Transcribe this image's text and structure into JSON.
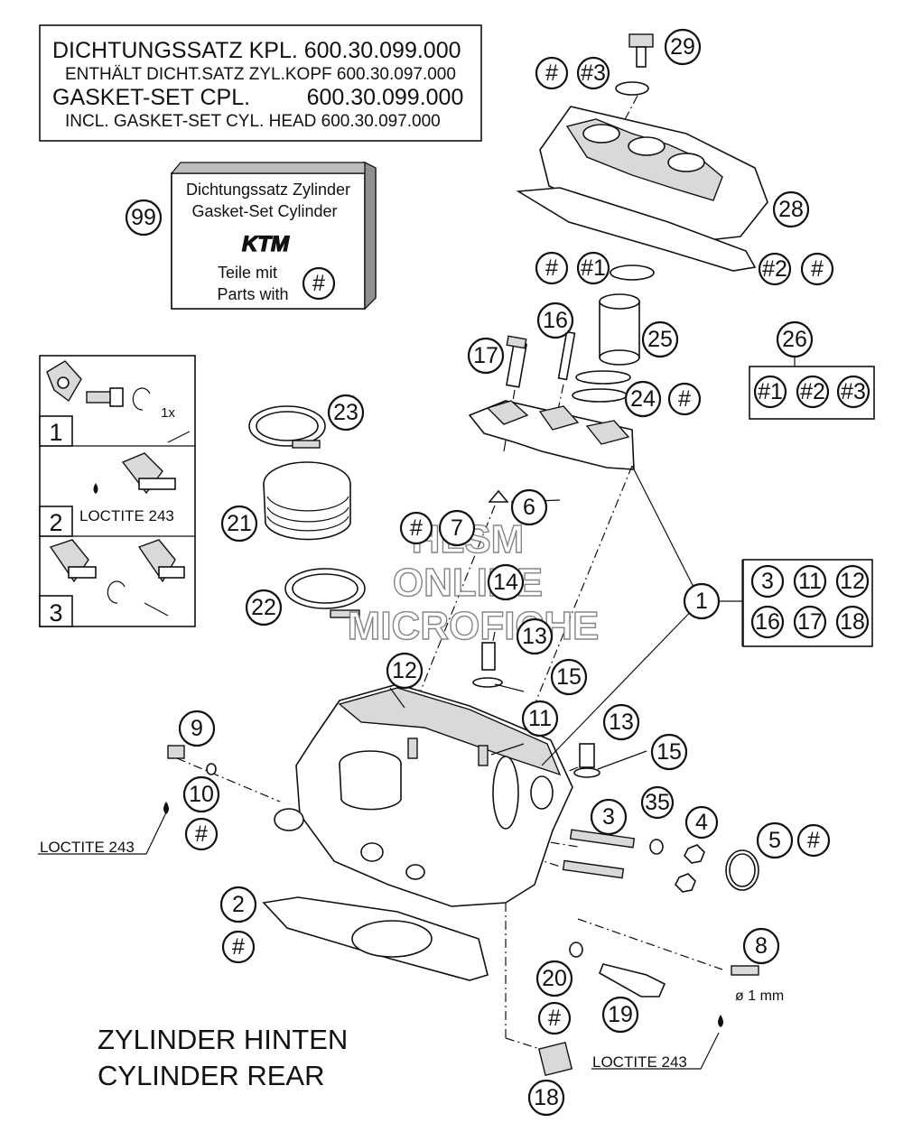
{
  "gasket_box": {
    "line1": "DICHTUNGSSATZ KPL. 600.30.099.000",
    "line2": "ENTHÄLT DICHT.SATZ ZYL.KOPF 600.30.097.000",
    "line3": "GASKET-SET CPL.         600.30.099.000",
    "line4": "INCL. GASKET-SET CYL. HEAD 600.30.097.000"
  },
  "kit_box": {
    "line1": "Dichtungssatz Zylinder",
    "line2": "Gasket-Set Cylinder",
    "logo": "KTM",
    "line3": "Teile mit",
    "line4": "Parts with",
    "symbol": "#",
    "callout": "99"
  },
  "steps": [
    {
      "number": "1",
      "note": "1x"
    },
    {
      "number": "2",
      "note": "LOCTITE 243"
    },
    {
      "number": "3",
      "note": ""
    }
  ],
  "group_1": {
    "label": "1",
    "parts": [
      "3",
      "11",
      "12",
      "16",
      "17",
      "18"
    ]
  },
  "group_26": {
    "label": "26",
    "parts": [
      "#1",
      "#2",
      "#3"
    ]
  },
  "labels": {
    "loctite_left": "LOCTITE 243",
    "loctite_bottom": "LOCTITE 243",
    "diameter": "ø 1 mm",
    "title_de": "ZYLINDER HINTEN",
    "title_en": "CYLINDER REAR"
  },
  "watermark": {
    "line1": "HLSM",
    "line2": "ONLINE",
    "line3": "MICROFICHE"
  },
  "callouts": {
    "c29": "29",
    "c_hash_top": "#",
    "c_hash3_top": "#3",
    "c28": "28",
    "c_hash_a": "#",
    "c_hash1": "#1",
    "c_hash2": "#2",
    "c_hash_b": "#",
    "c16": "16",
    "c17": "17",
    "c25": "25",
    "c24": "24",
    "c24_hash": "#",
    "c23": "23",
    "c21": "21",
    "c22": "22",
    "c6": "6",
    "c7_hash": "#",
    "c7": "7",
    "c14": "14",
    "c13a": "13",
    "c15a": "15",
    "c12": "12",
    "c11": "11",
    "c13b": "13",
    "c15b": "15",
    "c9": "9",
    "c10": "10",
    "c10_hash": "#",
    "c3": "3",
    "c35": "35",
    "c4": "4",
    "c5": "5",
    "c5_hash": "#",
    "c2": "2",
    "c2_hash": "#",
    "c8": "8",
    "c20": "20",
    "c20_hash": "#",
    "c19": "19",
    "c18": "18"
  },
  "colors": {
    "ink": "#111111",
    "paper": "#ffffff",
    "shade": "#d9d9d9",
    "watermark_outline": "#777777"
  }
}
